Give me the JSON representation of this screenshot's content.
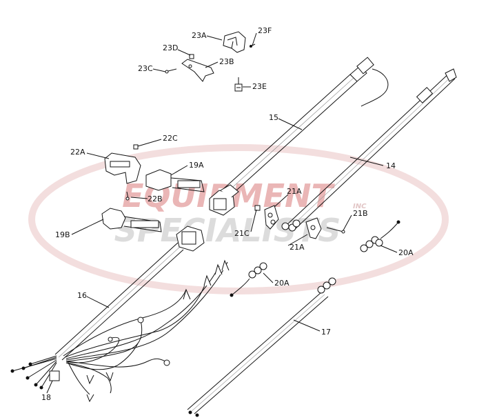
{
  "watermark": {
    "line1": "EQUIPMENT",
    "line2": "SPECIALISTS",
    "mark": "INC",
    "color_red": "#e8b4b4",
    "color_gray": "#d6d6d6"
  },
  "labels": {
    "l23A": "23A",
    "l23F": "23F",
    "l23D": "23D",
    "l23B": "23B",
    "l23C": "23C",
    "l23E": "23E",
    "l15": "15",
    "l22C": "22C",
    "l22A": "22A",
    "l19A": "19A",
    "l14": "14",
    "l21A_top": "21A",
    "l22B": "22B",
    "l21B": "21B",
    "l19B": "19B",
    "l21C": "21C",
    "l21A_bot": "21A",
    "l20A_right": "20A",
    "l20A_mid": "20A",
    "l16": "16",
    "l17": "17",
    "l18": "18"
  }
}
